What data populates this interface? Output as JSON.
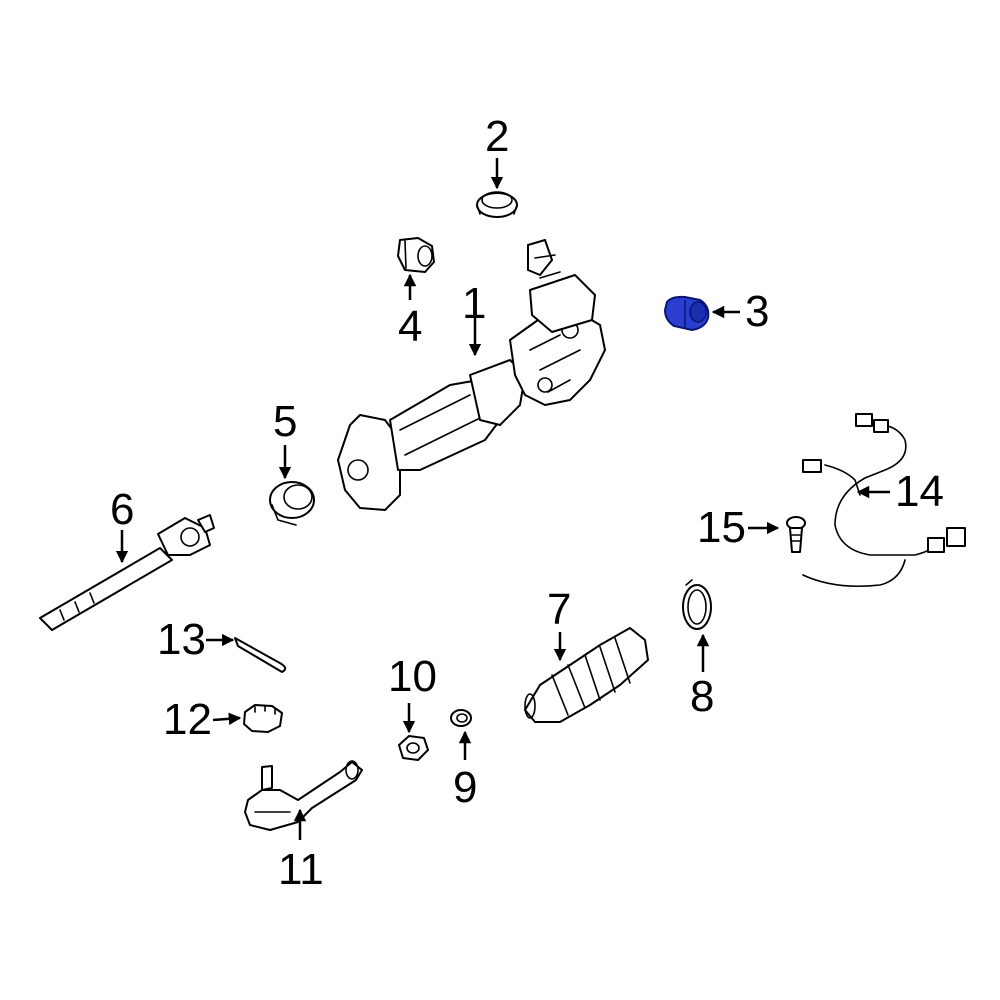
{
  "callouts": [
    {
      "id": "1",
      "label": "1"
    },
    {
      "id": "2",
      "label": "2"
    },
    {
      "id": "3",
      "label": "3"
    },
    {
      "id": "4",
      "label": "4"
    },
    {
      "id": "5",
      "label": "5"
    },
    {
      "id": "6",
      "label": "6"
    },
    {
      "id": "7",
      "label": "7"
    },
    {
      "id": "8",
      "label": "8"
    },
    {
      "id": "9",
      "label": "9"
    },
    {
      "id": "10",
      "label": "10"
    },
    {
      "id": "11",
      "label": "11"
    },
    {
      "id": "12",
      "label": "12"
    },
    {
      "id": "13",
      "label": "13"
    },
    {
      "id": "14",
      "label": "14"
    },
    {
      "id": "15",
      "label": "15"
    }
  ],
  "colors": {
    "line": "#000000",
    "highlight": "#2a3fd0",
    "background": "#ffffff"
  },
  "highlighted_part": "3"
}
